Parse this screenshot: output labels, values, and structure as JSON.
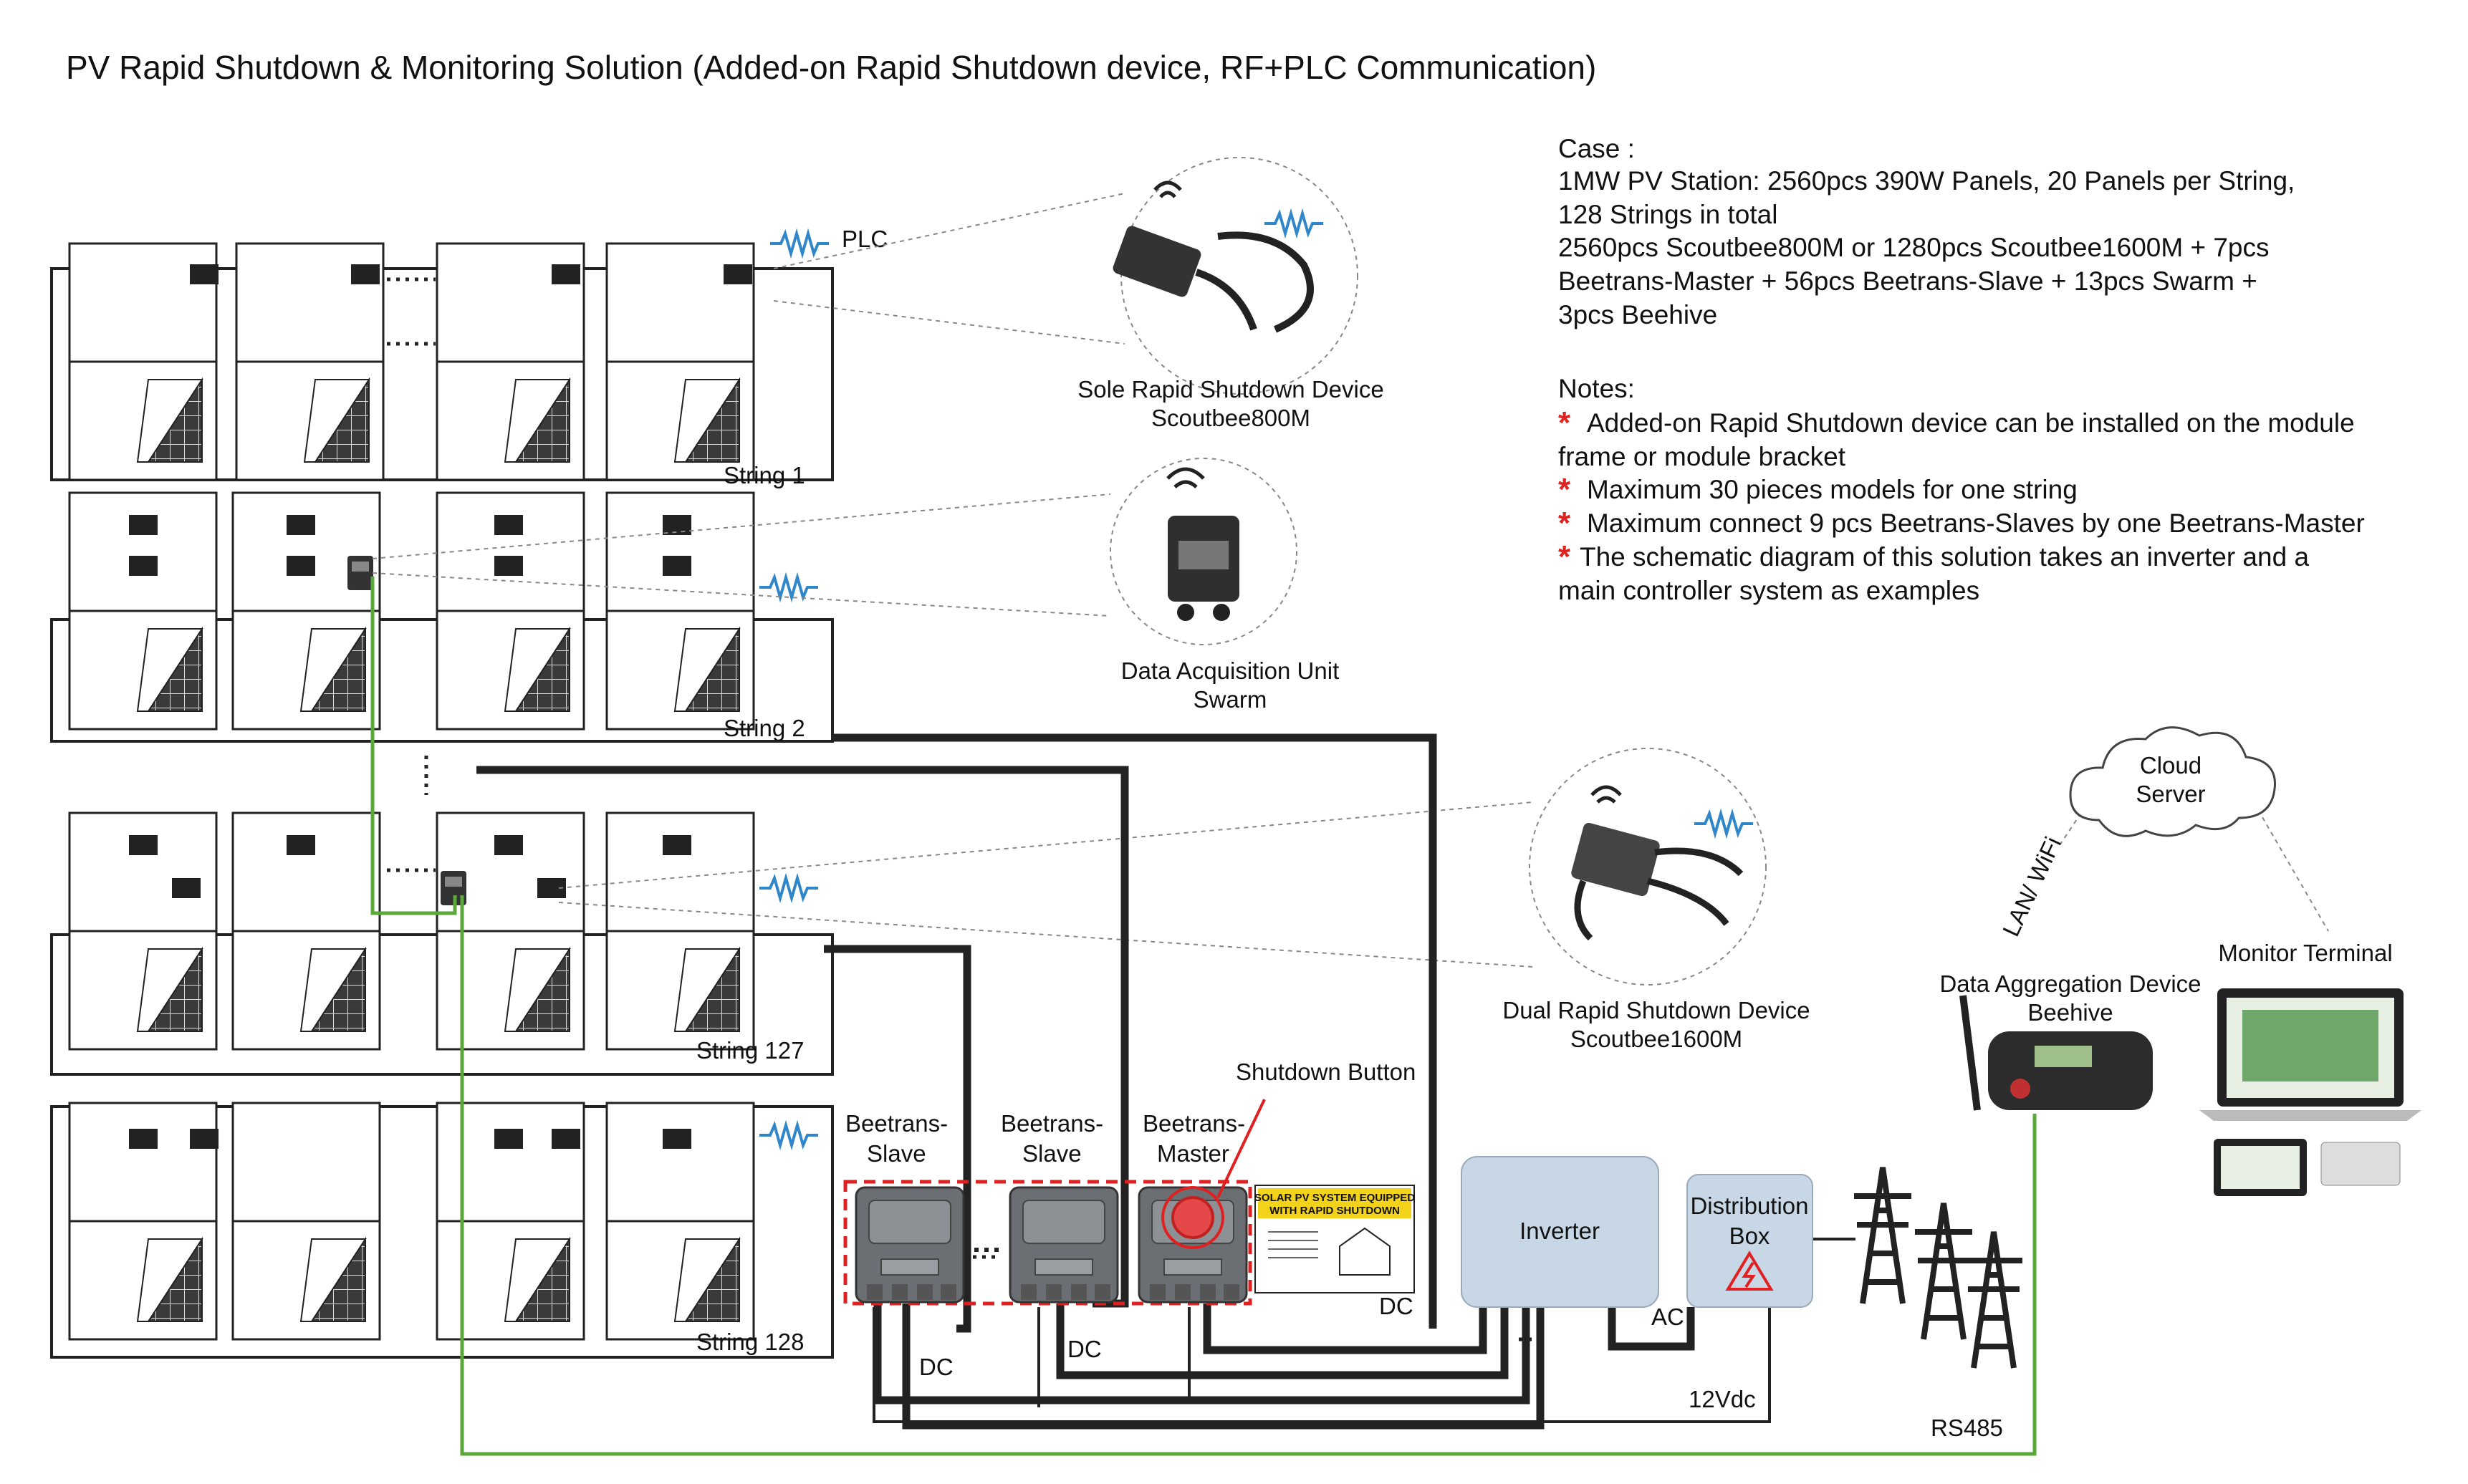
{
  "title": "PV Rapid Shutdown & Monitoring Solution (Added-on Rapid Shutdown device, RF+PLC Communication)",
  "case": {
    "heading": "Case :",
    "lines": [
      "1MW PV Station: 2560pcs 390W Panels, 20 Panels per String,",
      "128 Strings in total",
      "2560pcs Scoutbee800M or 1280pcs Scoutbee1600M + 7pcs",
      "Beetrans-Master + 56pcs Beetrans-Slave + 13pcs Swarm +",
      "3pcs Beehive"
    ]
  },
  "notes": {
    "heading": "Notes:",
    "star": "*",
    "lines": [
      "Added-on Rapid Shutdown device  can be installed on the module",
      "frame or module bracket",
      "Maximum 30 pieces models  for one string",
      "Maximum connect 9 pcs Beetrans-Slaves by one Beetrans-Master",
      "The schematic diagram of this solution takes an inverter and a",
      "main controller system as examples"
    ]
  },
  "strings": [
    "String 1",
    "String 2",
    "String 127",
    "String 128"
  ],
  "plc_label": "PLC",
  "devices": {
    "sole": [
      "Sole Rapid Shutdown Device",
      "Scoutbee800M"
    ],
    "swarm": [
      "Data Acquisition Unit",
      "Swarm"
    ],
    "dual": [
      "Dual Rapid Shutdown Device",
      "Scoutbee1600M"
    ],
    "beehive": [
      "Data Aggregation Device",
      "Beehive"
    ],
    "cloud": [
      "Cloud",
      "Server"
    ],
    "monitor": "Monitor Terminal"
  },
  "beetrans": {
    "slave1": [
      "Beetrans-",
      "Slave"
    ],
    "slave2": [
      "Beetrans-",
      "Slave"
    ],
    "master": [
      "Beetrans-",
      "Master"
    ],
    "shutdown_button": "Shutdown Button"
  },
  "sign": {
    "header": [
      "SOLAR PV SYSTEM EQUIPPED",
      "WITH RAPID SHUTDOWN"
    ]
  },
  "wiring": {
    "dc": "DC",
    "ac": "AC",
    "v12": "12Vdc",
    "rs485": "RS485",
    "lan": "LAN/ WiFi",
    "inverter": "Inverter",
    "distribution": [
      "Distribution",
      "Box"
    ]
  },
  "colors": {
    "green_wire": "#5aa83a",
    "red_dashed": "#e02020",
    "plc_wave": "#2f86c9",
    "sign_yellow": "#f3d21a",
    "inverter_fill": "#c8d7e6"
  }
}
